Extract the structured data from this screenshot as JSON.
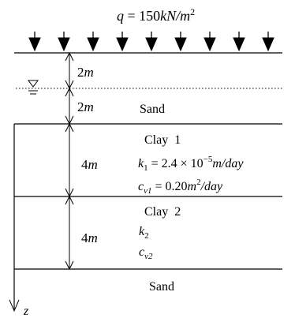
{
  "load": {
    "prefix": "q",
    "value": " = 150",
    "unit": "kN/m",
    "exponent": "2"
  },
  "layers": [
    {
      "thickness_value": "2",
      "thickness_unit": "m",
      "name": ""
    },
    {
      "thickness_value": "2",
      "thickness_unit": "m",
      "name": "Sand"
    },
    {
      "thickness_value": "4",
      "thickness_unit": "m",
      "name": "Clay  1"
    },
    {
      "thickness_value": "4",
      "thickness_unit": "m",
      "name": "Clay  2"
    },
    {
      "thickness_value": "",
      "thickness_unit": "",
      "name": "Sand"
    }
  ],
  "clay1": {
    "k_symbol": "k",
    "k_sub": "1",
    "k_eq": " = 2.4 × 10",
    "k_exp": "−5",
    "k_unit": "m/day",
    "cv_symbol": "c",
    "cv_sub": "v1",
    "cv_eq": " = 0.20",
    "cv_unit": "m",
    "cv_unit_exp": "2",
    "cv_unit_tail": "/day"
  },
  "clay2": {
    "k_symbol": "k",
    "k_sub": "2",
    "cv_symbol": "c",
    "cv_sub": "v2"
  },
  "axis": {
    "label": "z"
  },
  "colors": {
    "line": "#000000",
    "background": "#ffffff"
  },
  "icons": {
    "water_table": "water-table-icon",
    "load_arrow": "load-arrow-icon"
  }
}
